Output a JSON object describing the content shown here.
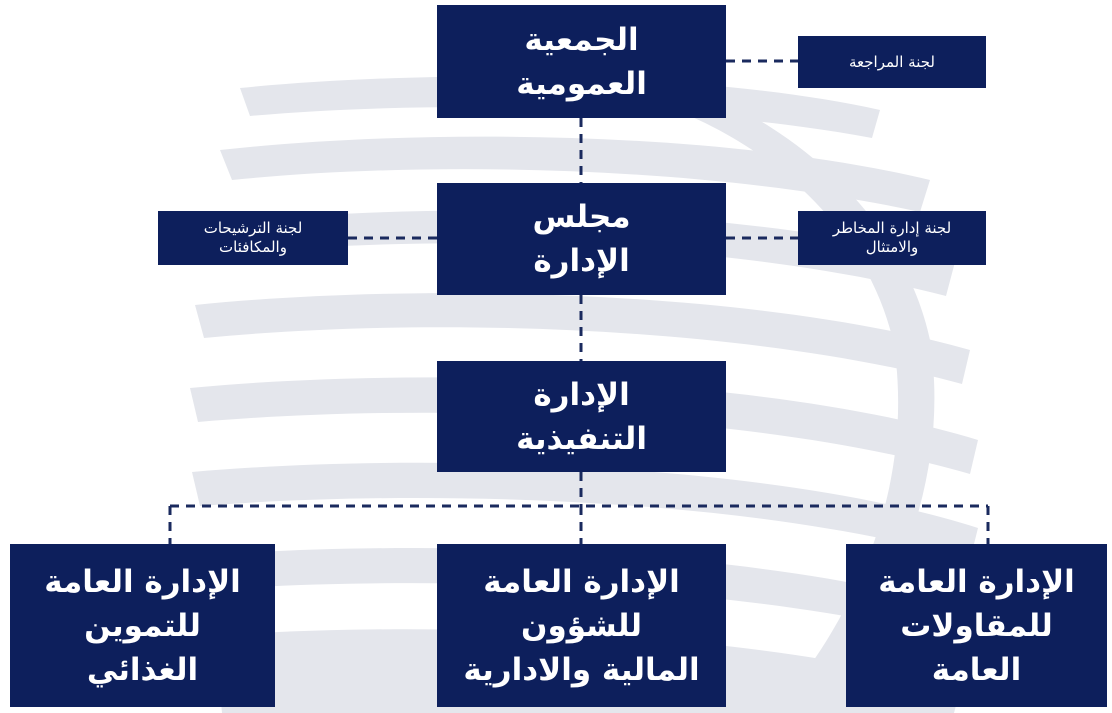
{
  "diagram": {
    "nodes": {
      "general_assembly": {
        "lines": [
          "الجمعية",
          "العمومية"
        ]
      },
      "audit_committee": {
        "lines": [
          "لجنة المراجعة"
        ]
      },
      "board": {
        "lines": [
          "مجلس",
          "الإدارة"
        ]
      },
      "nominations_committee": {
        "lines": [
          "لجنة الترشيحات",
          "والمكافئات"
        ]
      },
      "risk_committee": {
        "lines": [
          "لجنة إدارة المخاطر",
          "والامتثال"
        ]
      },
      "executive": {
        "lines": [
          "الإدارة",
          "التنفيذية"
        ]
      },
      "catering_dept": {
        "lines": [
          "الإدارة العامة",
          "للتموين",
          "الغذائي"
        ]
      },
      "finance_admin_dept": {
        "lines": [
          "الإدارة العامة",
          "للشؤون",
          "المالية والادارية"
        ]
      },
      "contracting_dept": {
        "lines": [
          "الإدارة العامة",
          "للمقاولات",
          "العامة"
        ]
      }
    },
    "edges": [
      {
        "from": "general_assembly",
        "to": "audit_committee"
      },
      {
        "from": "general_assembly",
        "to": "board"
      },
      {
        "from": "board",
        "to": "nominations_committee"
      },
      {
        "from": "board",
        "to": "risk_committee"
      },
      {
        "from": "board",
        "to": "executive"
      },
      {
        "from": "executive",
        "to": "catering_dept"
      },
      {
        "from": "executive",
        "to": "finance_admin_dept"
      },
      {
        "from": "executive",
        "to": "contracting_dept"
      }
    ]
  },
  "colors": {
    "node_fill": "#0d1f5c",
    "node_text": "#ffffff",
    "connector": "#1a2a5e",
    "watermark": "#e4e6ec"
  }
}
